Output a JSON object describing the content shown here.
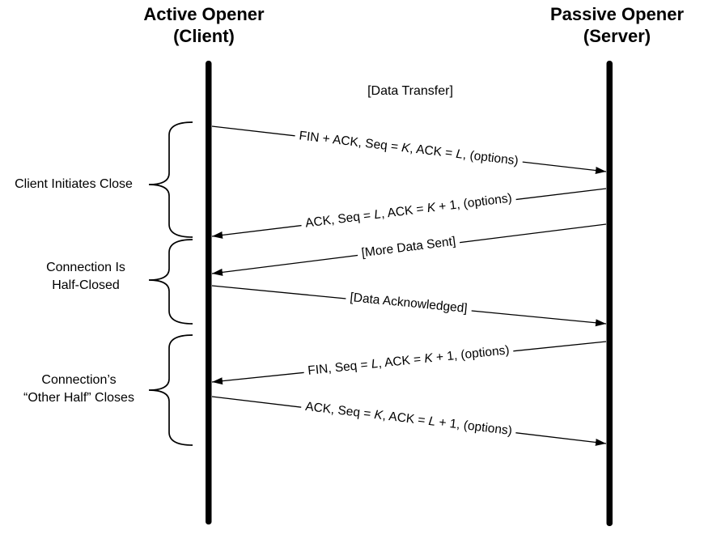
{
  "diagram": {
    "left_actor": {
      "title": "Active Opener",
      "subtitle": "(Client)"
    },
    "right_actor": {
      "title": "Passive Opener",
      "subtitle": "(Server)"
    },
    "phase_label": "[Data Transfer]",
    "messages": [
      {
        "id": "fin-ack-from-client",
        "from": "client",
        "to": "server",
        "parts": [
          {
            "t": "FIN + ACK, Seq = "
          },
          {
            "t": "K",
            "i": true
          },
          {
            "t": ", ACK = "
          },
          {
            "t": "L",
            "i": true
          },
          {
            "t": ", (options)"
          }
        ]
      },
      {
        "id": "ack-from-server",
        "from": "server",
        "to": "client",
        "parts": [
          {
            "t": "ACK, Seq = "
          },
          {
            "t": "L",
            "i": true
          },
          {
            "t": ", ACK = "
          },
          {
            "t": "K",
            "i": true
          },
          {
            "t": " + 1, (options)"
          }
        ]
      },
      {
        "id": "more-data-sent",
        "from": "server",
        "to": "client",
        "parts": [
          {
            "t": "[More Data Sent]"
          }
        ]
      },
      {
        "id": "data-acknowledged",
        "from": "client",
        "to": "server",
        "parts": [
          {
            "t": "[Data Acknowledged]"
          }
        ]
      },
      {
        "id": "fin-from-server",
        "from": "server",
        "to": "client",
        "parts": [
          {
            "t": "FIN, Seq = "
          },
          {
            "t": "L",
            "i": true
          },
          {
            "t": ", ACK = "
          },
          {
            "t": "K",
            "i": true
          },
          {
            "t": " + 1, (options)"
          }
        ]
      },
      {
        "id": "final-ack-from-client",
        "from": "client",
        "to": "server",
        "parts": [
          {
            "t": "ACK, Seq = "
          },
          {
            "t": "K",
            "i": true
          },
          {
            "t": ", ACK = "
          },
          {
            "t": "L",
            "i": true
          },
          {
            "t": " + 1, (options)"
          }
        ]
      }
    ],
    "annotations": [
      {
        "lines": [
          "Client Initiates Close"
        ]
      },
      {
        "lines": [
          "Connection Is",
          "Half-Closed"
        ]
      },
      {
        "lines": [
          "Connection’s",
          "“Other Half” Closes"
        ]
      }
    ],
    "colors": {
      "ink": "#000000",
      "background": "#ffffff"
    }
  }
}
